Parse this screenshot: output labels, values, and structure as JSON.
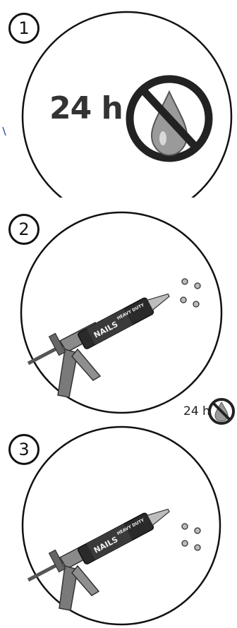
{
  "steps": [
    {
      "number": "1",
      "cure_time": "24 h"
    },
    {
      "number": "2",
      "cure_time": "24 h",
      "tube_brand": "NAILS",
      "tube_variant": "HEAVY DUTY"
    },
    {
      "number": "3",
      "tube_brand": "NAILS",
      "tube_variant": "HEAVY DUTY"
    }
  ],
  "icons": {
    "no_water": "no-water-icon",
    "caulk_gun": "caulk-gun-icon",
    "adhesive_dots": "adhesive-dots-icon"
  },
  "colors": {
    "outline": "#111111",
    "tube_dark": "#2a2a2a",
    "gun_gray": "#8a8a8a",
    "drop_gray": "#9a9a9a"
  }
}
